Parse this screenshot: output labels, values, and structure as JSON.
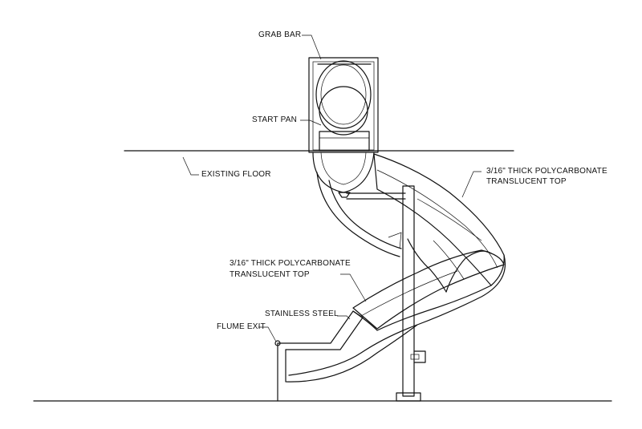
{
  "drawing": {
    "labels": {
      "grab_bar": "GRAB BAR",
      "start_pan": "START PAN",
      "existing_floor": "EXISTING FLOOR",
      "top_upper_line1": "3/16\" THICK POLYCARBONATE",
      "top_upper_line2": "TRANSLUCENT TOP",
      "top_lower_line1": "3/16\" THICK POLYCARBONATE",
      "top_lower_line2": "TRANSLUCENT TOP",
      "stainless_steel": "STAINLESS STEEL",
      "flume_exit": "FLUME EXIT"
    }
  }
}
